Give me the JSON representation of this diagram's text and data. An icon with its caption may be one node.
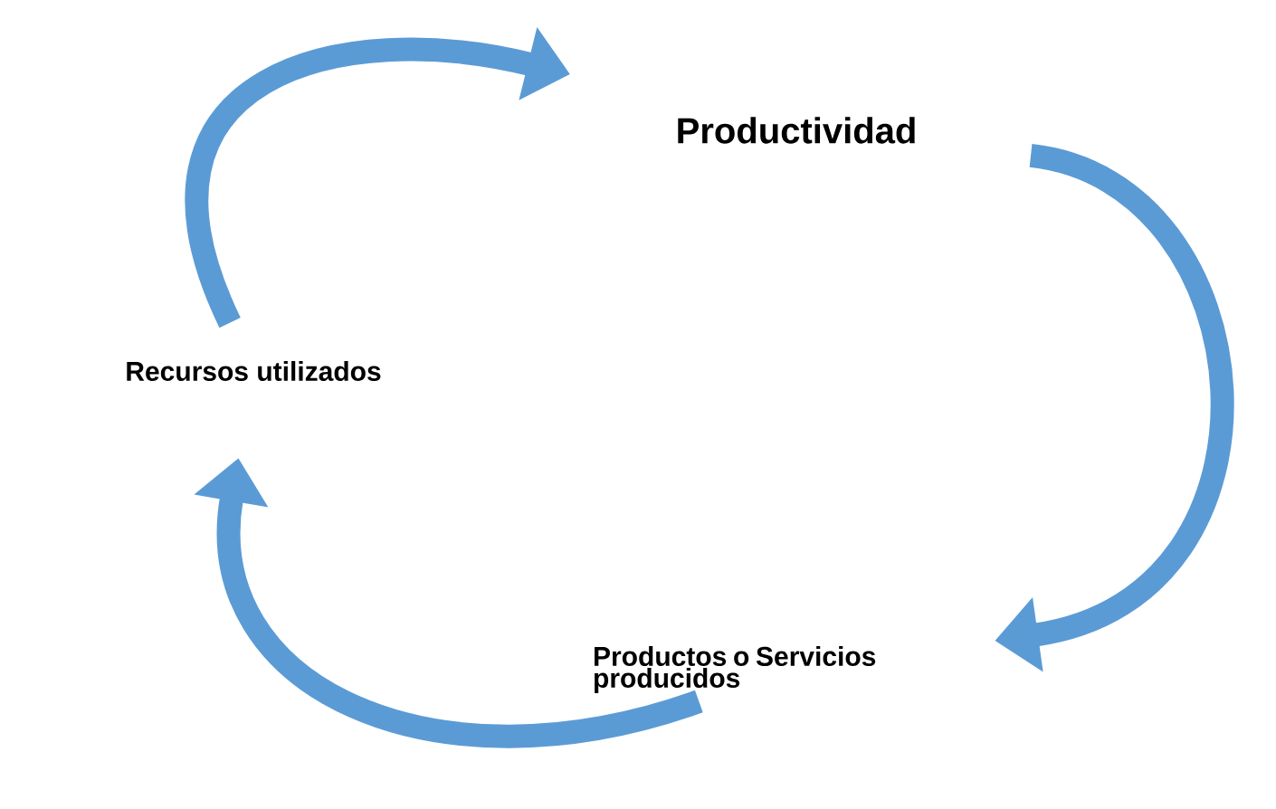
{
  "diagram": {
    "nodes": [
      {
        "text": [
          "Productividad"
        ]
      },
      {
        "text": [
          "Productos o Servicios producidos"
        ]
      },
      {
        "text": [
          "Recursos utilizados"
        ]
      }
    ],
    "edges": [
      {
        "from": 0,
        "to": 1,
        "arrow": "to"
      },
      {
        "from": 1,
        "to": 2,
        "arrow": "to"
      },
      {
        "from": 2,
        "to": 0,
        "arrow": "to"
      }
    ]
  }
}
